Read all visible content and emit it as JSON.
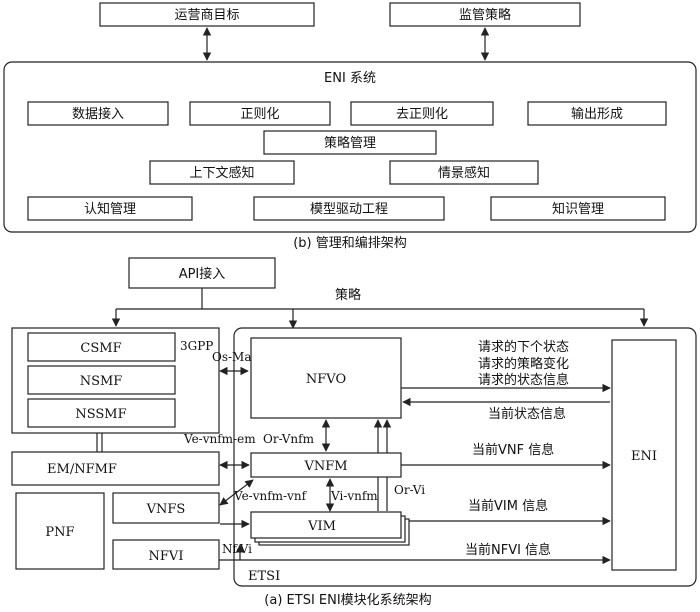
{
  "top": {
    "operator_goals": "运营商目标",
    "regulatory_policy": "监管策略",
    "eni_system_title": "ENI 系统",
    "data_ingestion": "数据接入",
    "normalization": "正则化",
    "denormalization": "去正则化",
    "output_generation": "输出形成",
    "policy_management": "策略管理",
    "context_awareness": "上下文感知",
    "situation_awareness": "情景感知",
    "cognitive_management": "认知管理",
    "model_driven_engineering": "模型驱动工程",
    "knowledge_management": "知识管理",
    "caption_b": "(b)  管理和编排架构"
  },
  "bottom": {
    "api_ingestion": "API接入",
    "policy": "策略",
    "csmf": "CSMF",
    "nsmf": "NSMF",
    "nssmf": "NSSMF",
    "gpp": "3GPP",
    "os_ma": "Os-Ma",
    "nfvo": "NFVO",
    "eni": "ENI",
    "requested_next_state": "请求的下个状态",
    "requested_policy_change": "请求的策略变化",
    "requested_state_info": "请求的状态信息",
    "current_state_info": "当前状态信息",
    "ve_vnfm_em": "Ve-vnfm-em",
    "or_vnfm": "Or-Vnfm",
    "em_nfmf": "EM/NFMF",
    "vnfm": "VNFM",
    "current_vnf_info": "当前VNF 信息",
    "ve_vnfm_vnf": "Ve-vnfm-vnf",
    "vi_vnfm": "Vi-vnfm",
    "or_vi": "Or-Vi",
    "pnf": "PNF",
    "vnfs": "VNFS",
    "vim": "VIM",
    "current_vim_info": "当前VIM 信息",
    "nfvi": "NFVI",
    "nf_vi": "Nf-Vi",
    "current_nfvi_info": "当前NFVI 信息",
    "etsi": "ETSI",
    "caption_a": "(a)  ETSI ENI模块化系统架构"
  }
}
